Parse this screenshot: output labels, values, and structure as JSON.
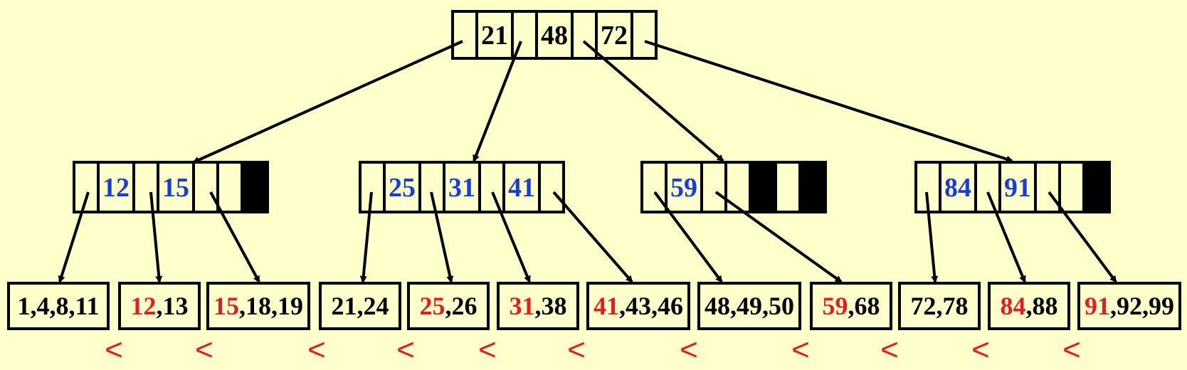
{
  "colors": {
    "background": "#ffffcc",
    "stroke": "#000000",
    "key_internal": "#1a3fd0",
    "key_separator": "#e02020",
    "key_default": "#000000"
  },
  "root": {
    "keys": [
      "21",
      "48",
      "72"
    ]
  },
  "internal_nodes": [
    {
      "keys": [
        "12",
        "15"
      ]
    },
    {
      "keys": [
        "25",
        "31",
        "41"
      ]
    },
    {
      "keys": [
        "59"
      ]
    },
    {
      "keys": [
        "84",
        "91"
      ]
    }
  ],
  "leaves": [
    {
      "highlight": "",
      "rest": "1,4,8,11"
    },
    {
      "highlight": "12",
      "rest": ",13"
    },
    {
      "highlight": "15",
      "rest": ",18,19"
    },
    {
      "highlight": "",
      "rest": "21,24"
    },
    {
      "highlight": "25",
      "rest": ",26"
    },
    {
      "highlight": "31",
      "rest": ",38"
    },
    {
      "highlight": "41",
      "rest": ",43,46"
    },
    {
      "highlight": "",
      "rest": "48,49,50"
    },
    {
      "highlight": "59",
      "rest": ",68"
    },
    {
      "highlight": "",
      "rest": "72,78"
    },
    {
      "highlight": "84",
      "rest": ",88"
    },
    {
      "highlight": "91",
      "rest": ",92,99"
    }
  ],
  "separator_symbol": "<",
  "separator_count": 11
}
